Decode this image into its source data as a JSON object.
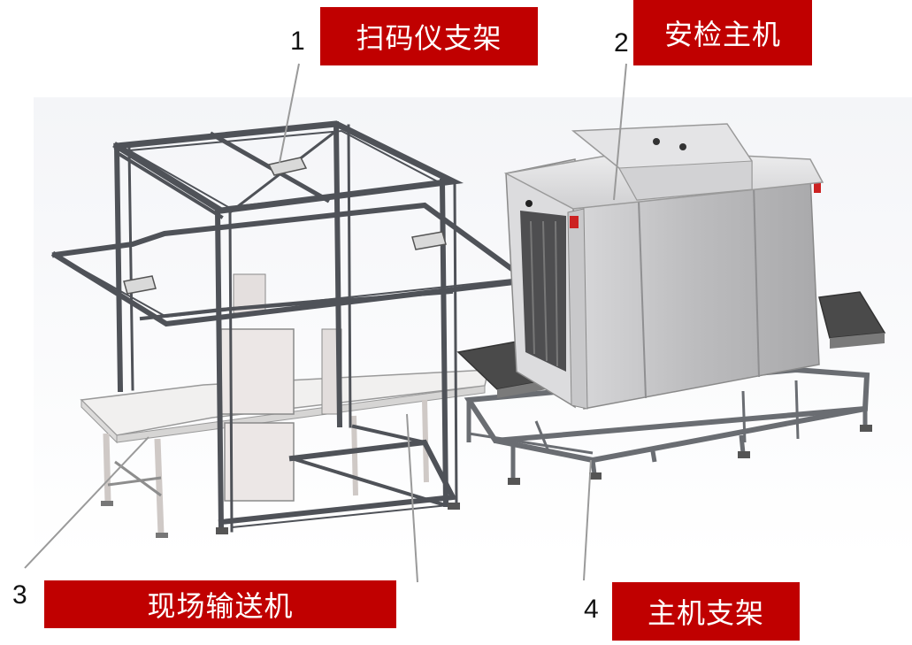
{
  "colors": {
    "label_bg": "#c00000",
    "label_text": "#ffffff",
    "frame": "#5a5d63",
    "machine": "#b9b9bb",
    "belt": "#4a4a4a"
  },
  "callouts": [
    {
      "number": "1",
      "label": "扫码仪支架"
    },
    {
      "number": "2",
      "label": "安检主机"
    },
    {
      "number": "3",
      "label": "现场输送机"
    },
    {
      "number": "4",
      "label": "主机支架"
    }
  ]
}
